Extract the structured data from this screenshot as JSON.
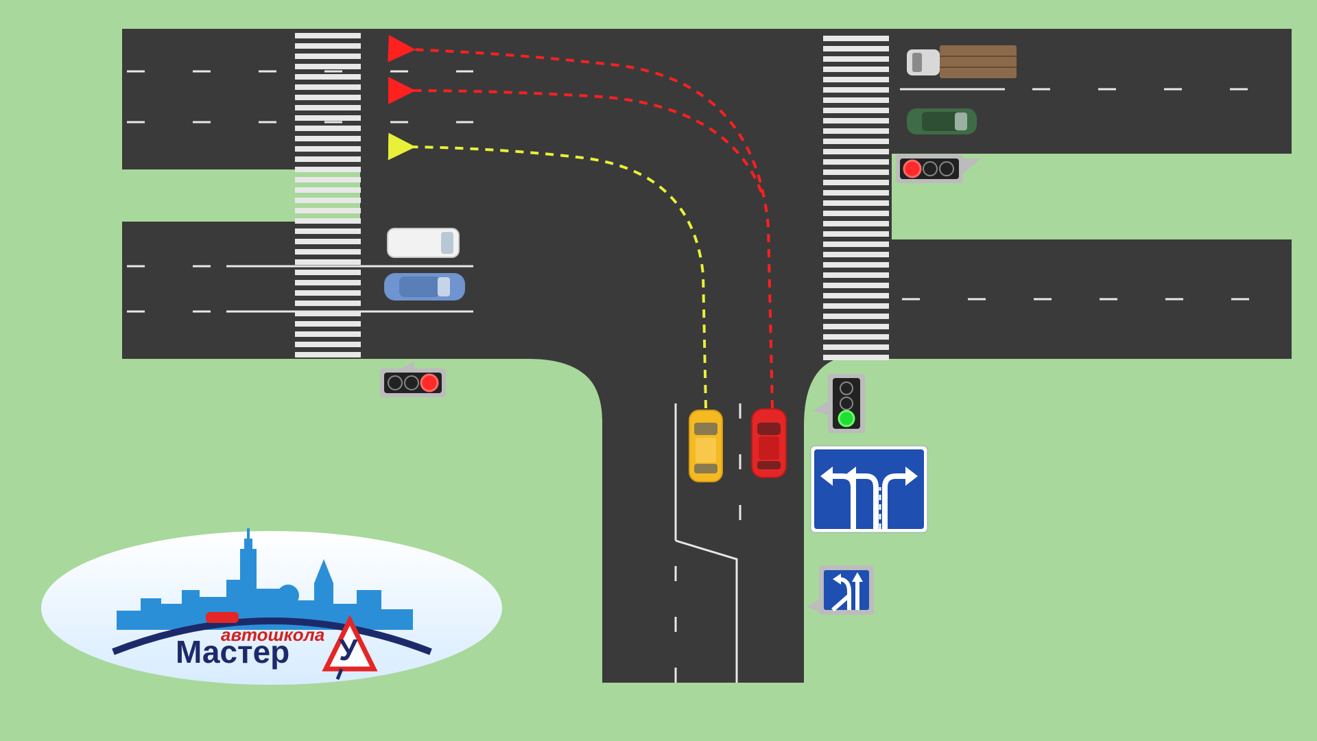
{
  "scene": {
    "description_type": "traffic-intersection",
    "colors": {
      "grass": "#a8d89b",
      "asphalt": "#3a3a3a",
      "marking": "#ffffff",
      "path_forbidden": "#ff2020",
      "path_allowed": "#e8f03a",
      "sign_blue": "#1f4fb0",
      "light_red": "#ff2a2a",
      "light_green": "#22dd33"
    },
    "paths": [
      {
        "name": "left-turn-outer-lane",
        "status": "forbidden"
      },
      {
        "name": "left-turn-middle-lane",
        "status": "forbidden"
      },
      {
        "name": "left-turn-inner-lane",
        "status": "allowed"
      }
    ],
    "traffic_lights": [
      {
        "name": "east-light",
        "state": "red"
      },
      {
        "name": "west-light",
        "state": "red"
      },
      {
        "name": "south-light",
        "state": "green"
      }
    ],
    "vehicles": [
      {
        "name": "yellow-taxi",
        "color": "#f5b922"
      },
      {
        "name": "red-car",
        "color": "#e42626"
      },
      {
        "name": "white-van",
        "color": "#f2f2f2"
      },
      {
        "name": "blue-car",
        "color": "#6f94cf"
      },
      {
        "name": "truck",
        "color": "#8a6a4a"
      },
      {
        "name": "green-car",
        "color": "#3f6b47"
      }
    ],
    "signs": [
      {
        "name": "lane-directions-sign",
        "icon": "lane-arrows-left-left-straight-right"
      },
      {
        "name": "lane-start-sign",
        "icon": "lane-added-straight-left"
      }
    ]
  },
  "logo": {
    "small_text": "автошкола",
    "big_text": "Мастер",
    "big_letter": "У"
  }
}
